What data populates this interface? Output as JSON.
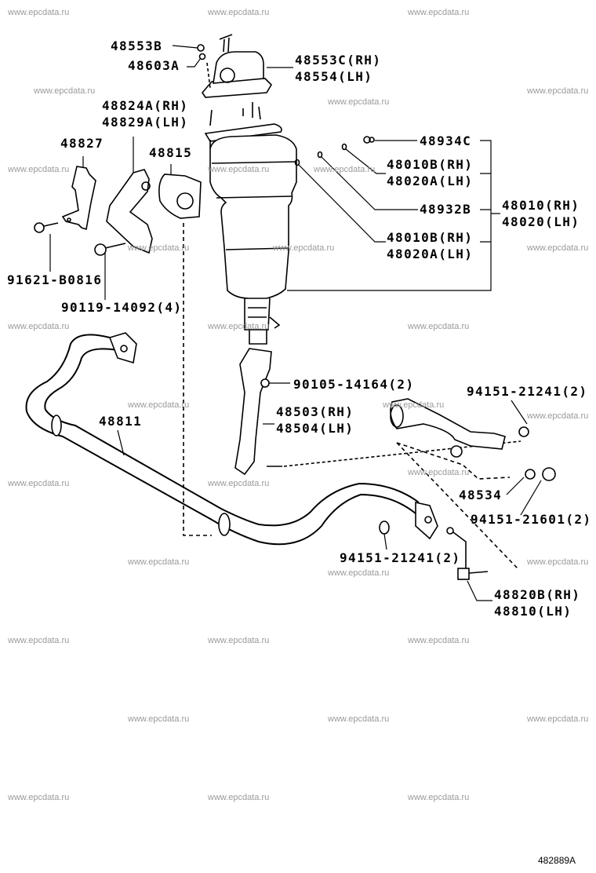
{
  "watermark": "www.epcdata.ru",
  "illustration_code": "482889A",
  "callouts": [
    {
      "id": "48553B",
      "lines": [
        "48553B"
      ]
    },
    {
      "id": "48603A",
      "lines": [
        "48603A"
      ]
    },
    {
      "id": "48553C",
      "lines": [
        "48553C(RH)",
        "48554(LH)"
      ]
    },
    {
      "id": "48824A",
      "lines": [
        "48824A(RH)",
        "48829A(LH)"
      ]
    },
    {
      "id": "48827",
      "lines": [
        "48827"
      ]
    },
    {
      "id": "48815",
      "lines": [
        "48815"
      ]
    },
    {
      "id": "48934C",
      "lines": [
        "48934C"
      ]
    },
    {
      "id": "48010B-upper",
      "lines": [
        "48010B(RH)",
        "48020A(LH)"
      ]
    },
    {
      "id": "48932B",
      "lines": [
        "48932B"
      ]
    },
    {
      "id": "48010",
      "lines": [
        "48010(RH)",
        "48020(LH)"
      ]
    },
    {
      "id": "48010B-lower",
      "lines": [
        "48010B(RH)",
        "48020A(LH)"
      ]
    },
    {
      "id": "91621-B0816",
      "lines": [
        "91621-B0816"
      ]
    },
    {
      "id": "90119-14092",
      "lines": [
        "90119-14092(4)"
      ]
    },
    {
      "id": "90105-14164",
      "lines": [
        "90105-14164(2)"
      ]
    },
    {
      "id": "94151-21241-upper",
      "lines": [
        "94151-21241(2)"
      ]
    },
    {
      "id": "48811",
      "lines": [
        "48811"
      ]
    },
    {
      "id": "48503",
      "lines": [
        "48503(RH)",
        "48504(LH)"
      ]
    },
    {
      "id": "48534",
      "lines": [
        "48534"
      ]
    },
    {
      "id": "94151-21601",
      "lines": [
        "94151-21601(2)"
      ]
    },
    {
      "id": "94151-21241-lower",
      "lines": [
        "94151-21241(2)"
      ]
    },
    {
      "id": "48820B",
      "lines": [
        "48820B(RH)",
        "48810(LH)"
      ]
    }
  ]
}
